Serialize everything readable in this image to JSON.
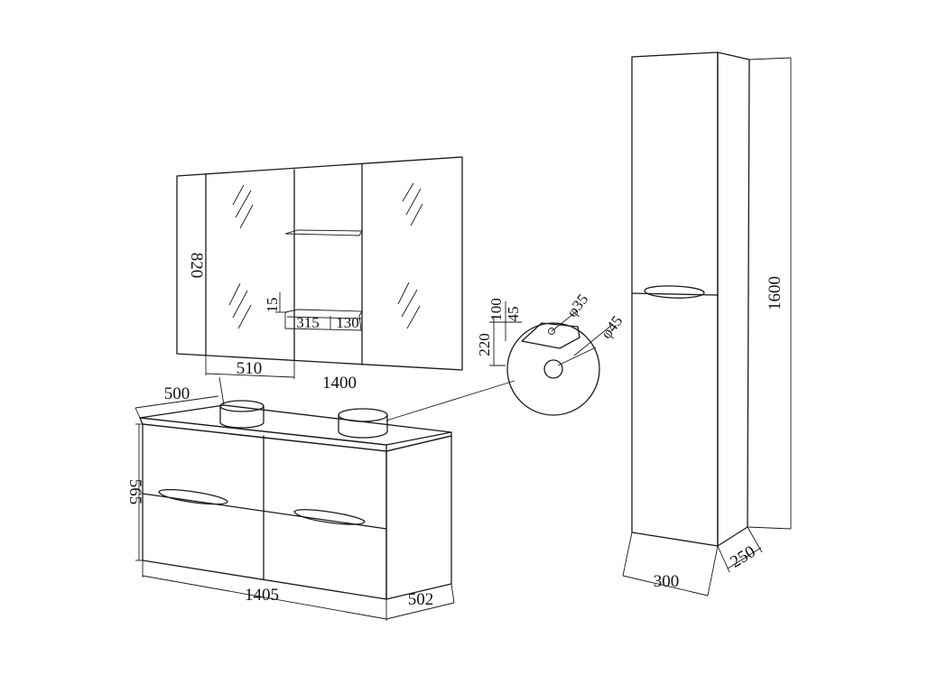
{
  "mirror_cabinet": {
    "height": "820",
    "width": "1400",
    "door_width": "510",
    "shelf_gap": "15",
    "shelf_depth_main": "315",
    "shelf_depth_side": "130"
  },
  "vanity": {
    "top_depth": "500",
    "height": "565",
    "width": "1405",
    "depth": "502"
  },
  "basin_detail": {
    "dim_100": "100",
    "dim_45": "45",
    "dim_220": "220",
    "hole_small": "φ35",
    "hole_large": "φ45"
  },
  "tall_cabinet": {
    "height": "1600",
    "width": "300",
    "depth": "250"
  }
}
